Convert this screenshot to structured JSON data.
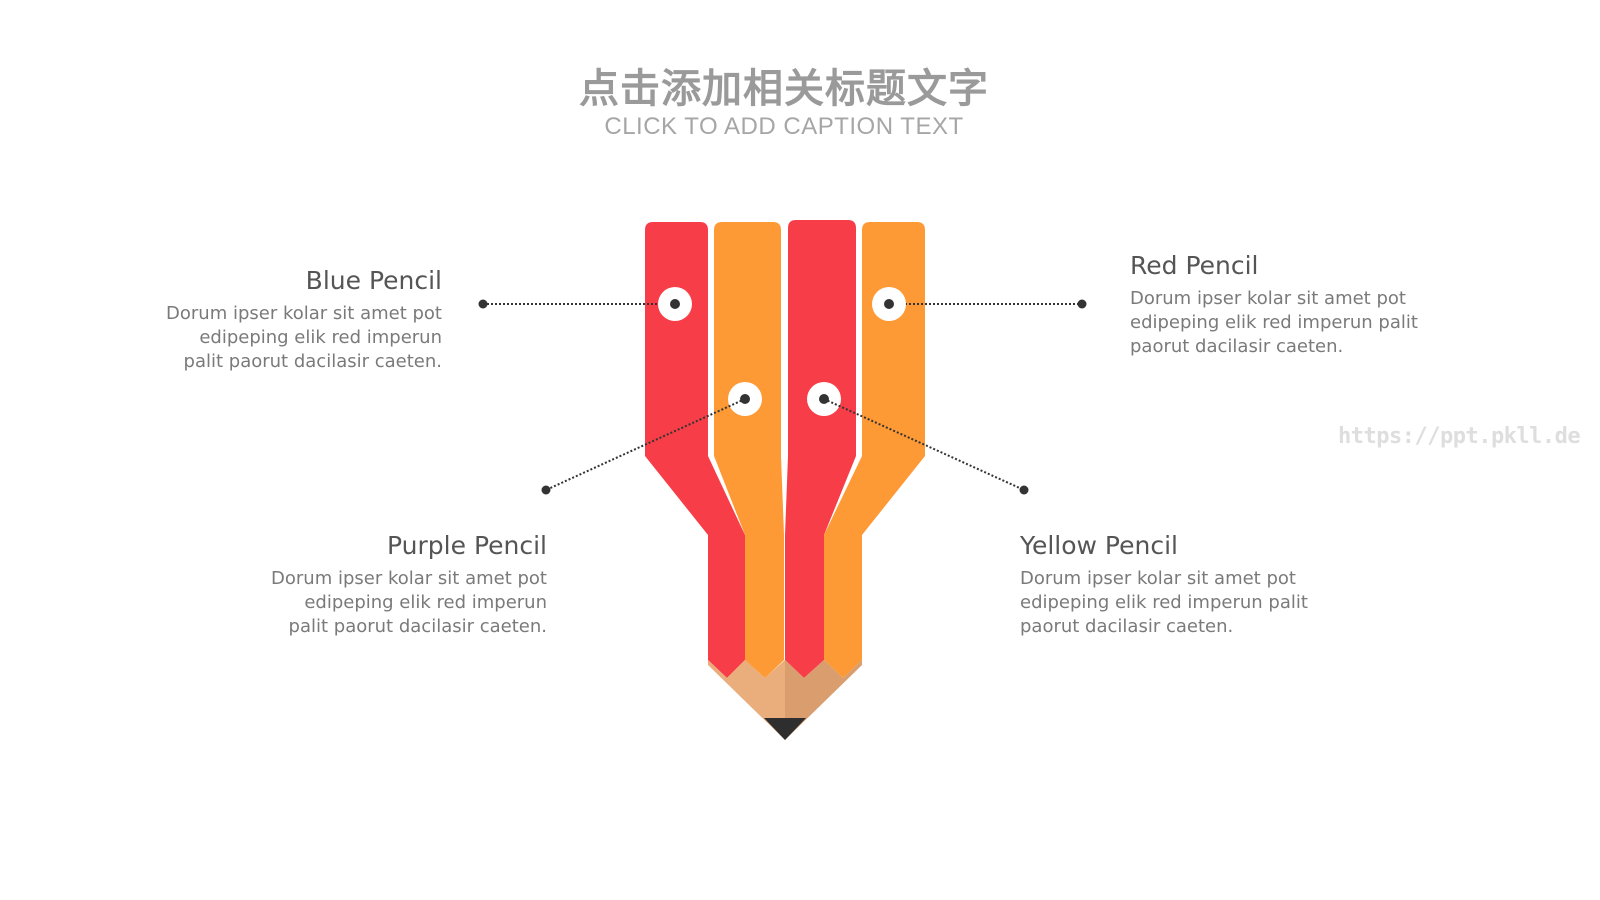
{
  "header": {
    "title": "点击添加相关标题文字",
    "subtitle": "CLICK TO ADD CAPTION TEXT"
  },
  "colors": {
    "red": "#f73e48",
    "orange": "#fd9a35",
    "wood_light": "#eaae7c",
    "wood_dark": "#d99d6e",
    "graphite": "#2e2e2e",
    "title_gray": "#9a9a9a",
    "heading_gray": "#555555",
    "body_gray": "#7a7a7a",
    "connector": "#333333"
  },
  "labels": [
    {
      "id": "blue",
      "title": "Blue Pencil",
      "lines": [
        "Dorum ipser kolar sit amet pot",
        "edipeping elik red imperun",
        "palit paorut dacilasir caeten."
      ]
    },
    {
      "id": "red",
      "title": "Red Pencil",
      "lines": [
        "Dorum ipser kolar sit amet pot",
        "edipeping elik red imperun palit",
        "paorut dacilasir caeten."
      ]
    },
    {
      "id": "purple",
      "title": "Purple Pencil",
      "lines": [
        "Dorum ipser kolar sit amet pot",
        "edipeping elik red imperun",
        "palit paorut dacilasir caeten."
      ]
    },
    {
      "id": "yellow",
      "title": "Yellow Pencil",
      "lines": [
        "Dorum ipser kolar sit amet pot",
        "edipeping elik red imperun palit",
        "paorut dacilasir caeten."
      ]
    }
  ],
  "watermark": "https://ppt.pkll.de"
}
